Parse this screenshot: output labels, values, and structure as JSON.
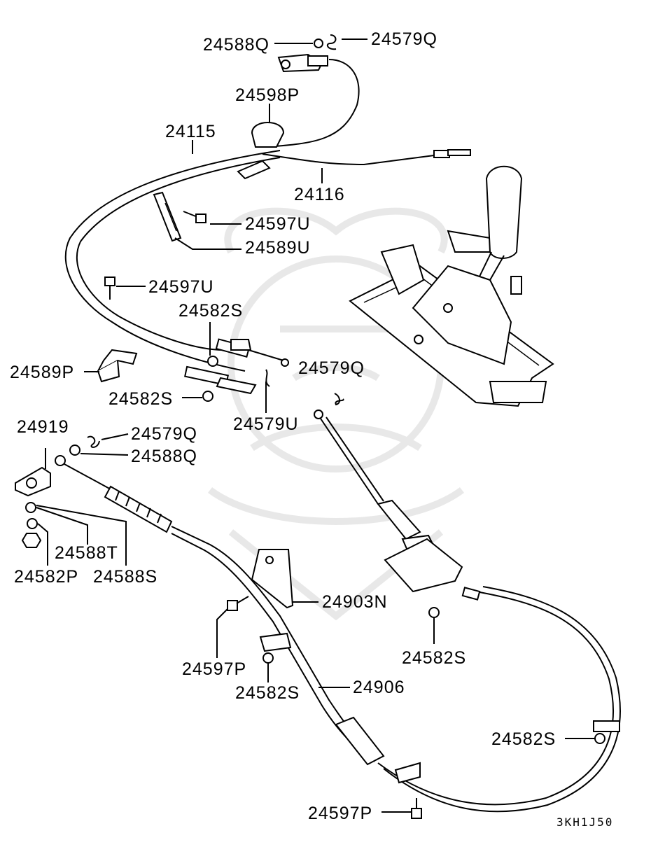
{
  "diagram": {
    "drawing_code": "3KH1J50",
    "labels": [
      "24588Q",
      "24579Q",
      "24598P",
      "24115",
      "24116",
      "24597U",
      "24589U",
      "24597U",
      "24582S",
      "24589P",
      "24579Q",
      "24582S",
      "24579U",
      "24919",
      "24579Q",
      "24588Q",
      "24588T",
      "24582P",
      "24588S",
      "24903N",
      "24582S",
      "24597P",
      "24582S",
      "24906",
      "24582S",
      "24597P"
    ]
  }
}
